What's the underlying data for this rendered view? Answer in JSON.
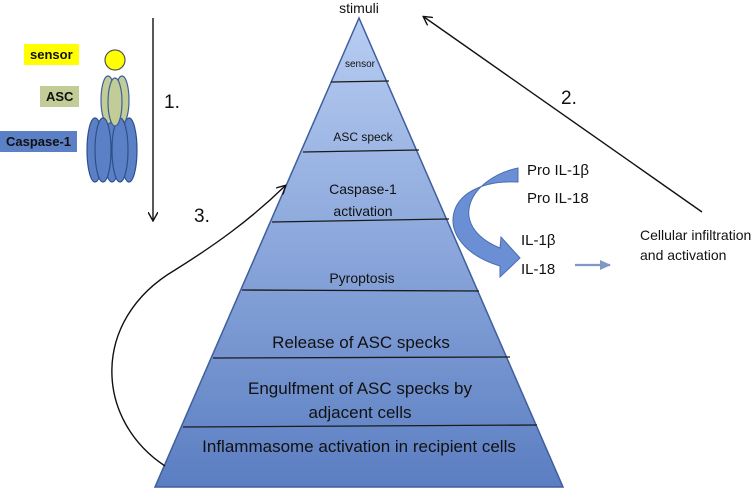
{
  "stimuli": "stimuli",
  "pyramid_levels": [
    "sensor",
    "ASC speck",
    "Caspase-1 activation",
    "Pyroptosis",
    "Release of ASC specks",
    "Engulfment of ASC specks by adjacent cells",
    "Inflammasome activation in recipient cells"
  ],
  "legend": {
    "sensor": "sensor",
    "asc": "ASC",
    "caspase": "Caspase-1"
  },
  "steps": {
    "one": "1.",
    "two": "2.",
    "three": "3."
  },
  "cytokines": {
    "pro_il1b": "Pro IL-1β",
    "pro_il18": "Pro IL-18",
    "il1b": "IL-1β",
    "il18": "IL-18"
  },
  "cellular": "Cellular infiltration and activation",
  "colors": {
    "pyramid_top": "#b8cdf2",
    "pyramid_bottom": "#5b7ec2",
    "sensor_fill": "#ffff00",
    "asc_fill": "#c2cc97",
    "caspase_fill": "#5b80c6",
    "blue_arrow": "#6b8fd4",
    "grey_arrow": "#7f98c4"
  }
}
